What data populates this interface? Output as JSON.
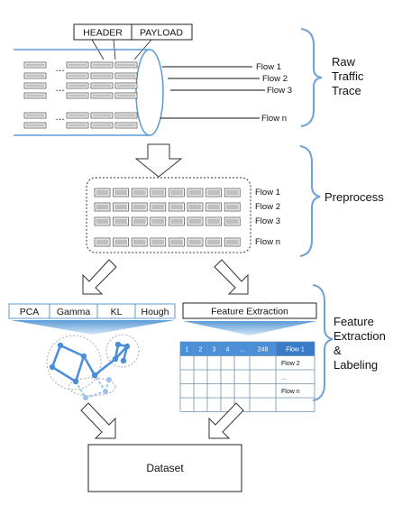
{
  "raw_trace": {
    "packet_fields": [
      "HEADER",
      "PAYLOAD"
    ],
    "flows": [
      "Flow 1",
      "Flow 2",
      "Flow 3",
      "Flow n"
    ],
    "ellipsis": "…"
  },
  "preprocess": {
    "flows": [
      "Flow 1",
      "Flow 2",
      "Flow 3",
      "Flow n"
    ]
  },
  "methods": [
    "PCA",
    "Gamma",
    "KL",
    "Hough"
  ],
  "feature_extraction": {
    "label": "Feature Extraction",
    "table_header": [
      "1",
      "2",
      "3",
      "4",
      "...",
      "248",
      "Flow 1"
    ],
    "row_labels": [
      "Flow 2",
      "...",
      "Flow n"
    ]
  },
  "stage_labels": {
    "raw": [
      "Raw",
      "Traffic",
      "Trace"
    ],
    "preprocess": "Preprocess",
    "feature": [
      "Feature",
      "Extraction",
      "&",
      "Labeling"
    ]
  },
  "dataset": "Dataset",
  "colors": {
    "accent_blue": "#5b9bd5",
    "bracket_blue": "#6fa1d6",
    "table_header_blue": "#4a90d9",
    "graph_blue": "#4b8fd8",
    "graph_light": "#9cc3ec"
  }
}
